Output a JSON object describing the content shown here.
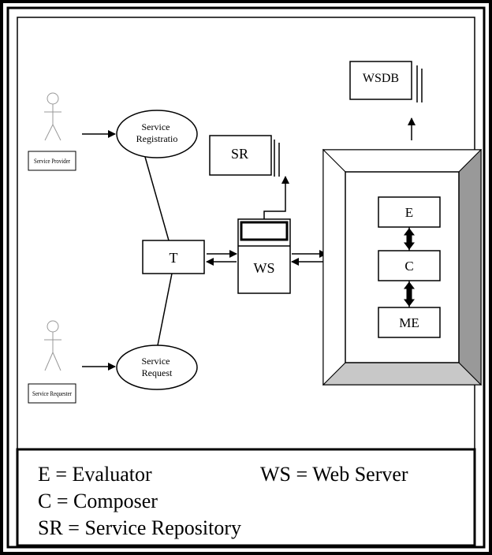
{
  "actors": {
    "provider_label": "Service Provider",
    "requester_label": "Service Requester"
  },
  "processes": {
    "registration": "Service Registratio",
    "request": "Service Request"
  },
  "nodes": {
    "t": "T",
    "ws": "WS",
    "sr": "SR",
    "wsdb": "WSDB",
    "e": "E",
    "c": "C",
    "me": "ME"
  },
  "legend": {
    "evaluator": "E = Evaluator",
    "web_server": "WS = Web Server",
    "composer": "C = Composer",
    "repository": "SR = Service Repository"
  }
}
